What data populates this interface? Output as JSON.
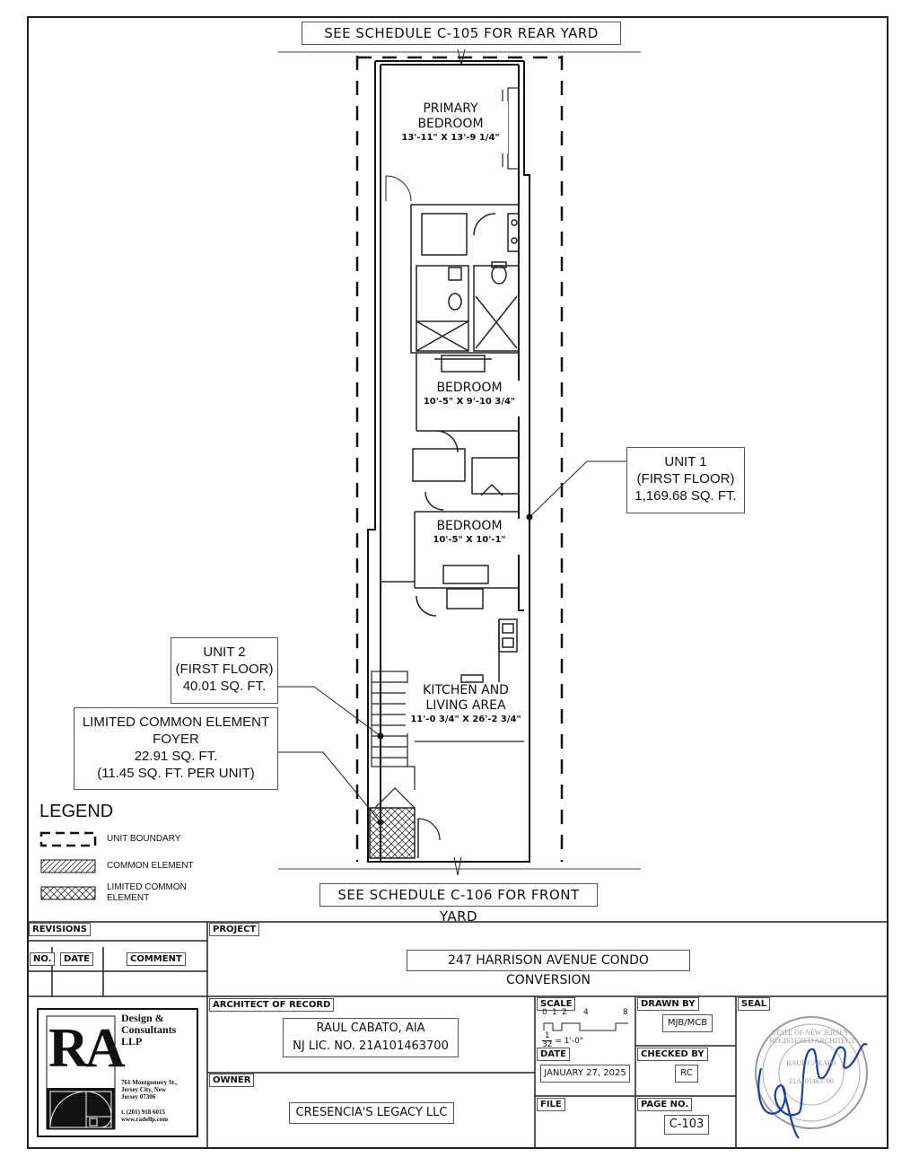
{
  "drawing": {
    "top_note": "SEE SCHEDULE C-105 FOR REAR YARD",
    "bottom_note": "SEE SCHEDULE C-106 FOR FRONT YARD",
    "rooms": {
      "primary_name_1": "PRIMARY",
      "primary_name_2": "BEDROOM",
      "primary_dim": "13'-11\" X 13'-9 1/4\"",
      "bedroom2_name": "BEDROOM",
      "bedroom2_dim": "10'-5\" X 9'-10 3/4\"",
      "bedroom3_name": "BEDROOM",
      "bedroom3_dim": "10'-5\" X 10'-1\"",
      "kitchen_name_1": "KITCHEN AND",
      "kitchen_name_2": "LIVING AREA",
      "kitchen_dim": "11'-0 3/4\" X 26'-2 3/4\""
    },
    "callouts": {
      "unit1_line1": "UNIT 1",
      "unit1_line2": "(FIRST FLOOR)",
      "unit1_line3": "1,169.68 SQ. FT.",
      "unit2_line1": "UNIT 2",
      "unit2_line2": "(FIRST FLOOR)",
      "unit2_line3": "40.01 SQ. FT.",
      "lce_line1": "LIMITED COMMON ELEMENT",
      "lce_line2": "FOYER",
      "lce_line3": "22.91 SQ. FT.",
      "lce_line4": "(11.45 SQ. FT. PER UNIT)"
    }
  },
  "legend": {
    "title": "LEGEND",
    "unit_boundary": "UNIT BOUNDARY",
    "common_element": "COMMON ELEMENT",
    "limited_common_1": "LIMITED COMMON",
    "limited_common_2": "ELEMENT"
  },
  "title_block": {
    "revisions_label": "REVISIONS",
    "col_no": "NO.",
    "col_date": "DATE",
    "col_comment": "COMMENT",
    "project_label": "PROJECT",
    "project_name": "247 HARRISON AVENUE CONDO CONVERSION",
    "architect_label": "ARCHITECT OF RECORD",
    "architect_name": "RAUL CABATO, AIA",
    "architect_license": "NJ LIC. NO. 21A101463700",
    "owner_label": "OWNER",
    "owner_name": "CRESENCIA'S LEGACY LLC",
    "scale_label": "SCALE",
    "scale_ticks": [
      "0",
      "1",
      "2",
      "4",
      "8"
    ],
    "scale_text": "= 1'-0\"",
    "scale_num": "1",
    "scale_den": "32",
    "date_label": "DATE",
    "date_value": "JANUARY 27, 2025",
    "file_label": "FILE",
    "drawn_by_label": "DRAWN BY",
    "drawn_by_value": "MJB/MCB",
    "checked_by_label": "CHECKED BY",
    "checked_by_value": "RC",
    "page_no_label": "PAGE NO.",
    "page_no_value": "C-103",
    "seal_label": "SEAL",
    "seal_ring_text": "STATE OF NEW JERSEY · REGISTERED ARCHITECT",
    "seal_center_1": "RAUL CABATO",
    "seal_center_2": "21A101463700"
  },
  "firm": {
    "logo_letters": "RA",
    "name_1": "Design &",
    "name_2": "Consultants",
    "name_3": "LLP",
    "address_1": "761 Montgomery St.,",
    "address_2": "Jersey City, New",
    "address_3": "Jersey 07306",
    "phone": "t. (201) 918 6015",
    "website": "www.radellp.com"
  }
}
